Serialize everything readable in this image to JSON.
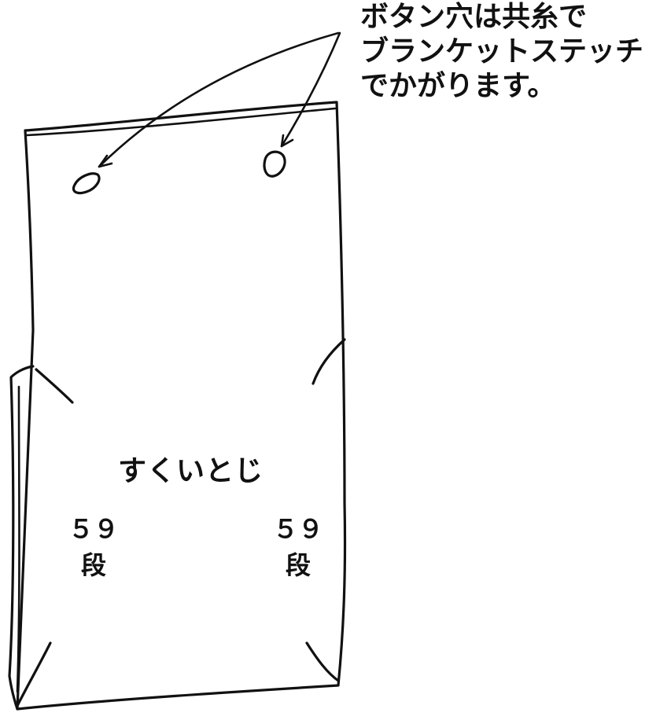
{
  "note": {
    "lines": [
      "ボタン穴は共糸で",
      "ブランケットステッチ",
      "でかがります。"
    ]
  },
  "center_label": "すくいとじ",
  "left_rows": {
    "number": "５９",
    "unit": "段"
  },
  "right_rows": {
    "number": "５９",
    "unit": "段"
  }
}
